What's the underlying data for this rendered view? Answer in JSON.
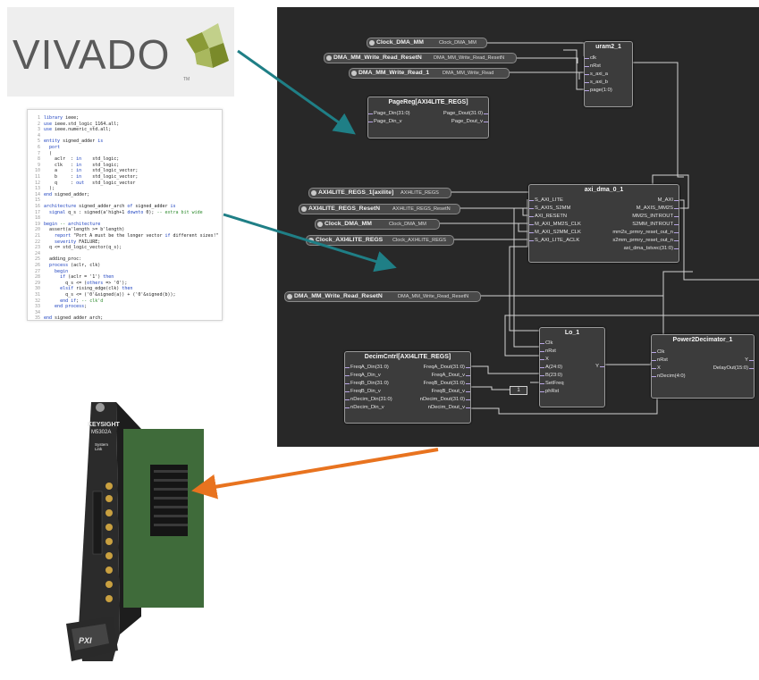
{
  "logo": {
    "text": "VIVADO",
    "tm": "TM",
    "colors": {
      "text": "#5a5a5a",
      "leaf_dark": "#8a9a36",
      "leaf_light": "#c2d08a"
    }
  },
  "code": {
    "lines": [
      {
        "n": "1",
        "t": "library ieee;"
      },
      {
        "n": "2",
        "t": "use ieee.std_logic_1164.all;"
      },
      {
        "n": "3",
        "t": "use ieee.numeric_std.all;"
      },
      {
        "n": "4",
        "t": ""
      },
      {
        "n": "5",
        "t": "entity signed_adder is"
      },
      {
        "n": "6",
        "t": "  port"
      },
      {
        "n": "7",
        "t": "  ("
      },
      {
        "n": "8",
        "t": "    aclr  : in    std_logic;"
      },
      {
        "n": "9",
        "t": "    clk   : in    std_logic;"
      },
      {
        "n": "10",
        "t": "    a     : in    std_logic_vector;"
      },
      {
        "n": "11",
        "t": "    b     : in    std_logic_vector;"
      },
      {
        "n": "12",
        "t": "    q     : out   std_logic_vector"
      },
      {
        "n": "13",
        "t": "  );"
      },
      {
        "n": "14",
        "t": "end signed_adder;"
      },
      {
        "n": "15",
        "t": ""
      },
      {
        "n": "16",
        "t": "architecture signed_adder_arch of signed_adder is"
      },
      {
        "n": "17",
        "t": "  signal q_s : signed(a'high+1 downto 0); -- extra bit wide"
      },
      {
        "n": "18",
        "t": ""
      },
      {
        "n": "19",
        "t": "begin -- architecture"
      },
      {
        "n": "20",
        "t": "  assert(a'length >= b'length)"
      },
      {
        "n": "21",
        "t": "    report \"Port A must be the longer vector if different sizes!\""
      },
      {
        "n": "22",
        "t": "    severity FAILURE;"
      },
      {
        "n": "23",
        "t": "  q <= std_logic_vector(q_s);"
      },
      {
        "n": "24",
        "t": ""
      },
      {
        "n": "25",
        "t": "  adding_proc:"
      },
      {
        "n": "26",
        "t": "  process (aclr, clk)"
      },
      {
        "n": "27",
        "t": "    begin"
      },
      {
        "n": "28",
        "t": "      if (aclr = '1') then"
      },
      {
        "n": "29",
        "t": "        q_s <= (others => '0');"
      },
      {
        "n": "30",
        "t": "      elsif rising_edge(clk) then"
      },
      {
        "n": "31",
        "t": "        q_s <= ('0'&signed(a)) + ('0'&signed(b));"
      },
      {
        "n": "32",
        "t": "      end if; -- clk'd"
      },
      {
        "n": "33",
        "t": "    end process;"
      },
      {
        "n": "34",
        "t": ""
      },
      {
        "n": "35",
        "t": "end signed_adder_arch;"
      }
    ]
  },
  "ports": [
    {
      "name": "Clock_DMA_MM",
      "signal": "Clock_DMA_MM"
    },
    {
      "name": "DMA_MM_Write_Read_ResetN",
      "signal": "DMA_MM_Write_Read_ResetN"
    },
    {
      "name": "DMA_MM_Write_Read_1",
      "signal": "DMA_MM_Write_Read"
    },
    {
      "name": "AXI4LITE_REGS_1[axilite]",
      "signal": "AXI4LITE_REGS"
    },
    {
      "name": "AXI4LITE_REGS_ResetN",
      "signal": "AXI4LITE_REGS_ResetN"
    },
    {
      "name": "Clock_DMA_MM",
      "signal": "Clock_DMA_MM"
    },
    {
      "name": "Clock_AXI4LITE_REGS",
      "signal": "Clock_AXI4LITE_REGS"
    },
    {
      "name": "DMA_MM_Write_Read_ResetN",
      "signal": "DMA_MM_Write_Read_ResetN"
    }
  ],
  "blocks": {
    "uram": {
      "title": "uram2_1",
      "pins_left": [
        "clk",
        "nRst",
        "s_axi_a",
        "s_axi_b",
        "page(1:0)"
      ]
    },
    "pagereg": {
      "title": "PageReg[AXI4LITE_REGS]",
      "pins_left": [
        "Page_Din(31:0)",
        "Page_Din_v"
      ],
      "pins_right": [
        "Page_Dout(31:0)",
        "Page_Dout_v"
      ]
    },
    "axi_dma": {
      "title": "axi_dma_0_1",
      "pins_left": [
        "S_AXI_LITE",
        "S_AXIS_S2MM",
        "AXI_RESETN",
        "M_AXI_MM2S_CLK",
        "M_AXI_S2MM_CLK",
        "S_AXI_LITE_ACLK"
      ],
      "pins_right": [
        "M_AXI",
        "M_AXIS_MM2S",
        "MM2S_INTROUT",
        "S2MM_INTROUT",
        "mm2s_prmry_reset_out_n",
        "s2mm_prmry_reset_out_n",
        "axi_dma_tstvec(31:0)"
      ]
    },
    "lo": {
      "title": "Lo_1",
      "pins_left": [
        "Clk",
        "nRst",
        "X",
        "A(24:0)",
        "B(23:0)",
        "SetFreq",
        "phRst"
      ],
      "pins_right": [
        "Y"
      ]
    },
    "p2d": {
      "title": "Power2Decimator_1",
      "pins_left": [
        "Clk",
        "nRst",
        "X",
        "nDecim(4:0)"
      ],
      "pins_right": [
        "Y",
        "DelayOut(15:0)"
      ]
    },
    "decim": {
      "title": "DecimCntrl[AXI4LITE_REGS]",
      "pins_left": [
        "FreqA_Din(31:0)",
        "FreqA_Din_v",
        "FreqB_Din(31:0)",
        "FreqB_Din_v",
        "nDecim_Din(31:0)",
        "nDecim_Din_v"
      ],
      "pins_right": [
        "FreqA_Dout(31:0)",
        "FreqA_Dout_v",
        "FreqB_Dout(31:0)",
        "FreqB_Dout_v",
        "nDecim_Dout(31:0)",
        "nDecim_Dout_v"
      ]
    }
  },
  "constant": "1",
  "card": {
    "brand": "KEYSIGHT",
    "model": "M5302A",
    "label_sys": "System Link",
    "label_pxi": "PXI"
  },
  "colors": {
    "canvas": "#282828",
    "arrow_teal": "#1f7f86",
    "arrow_orange": "#e8731f",
    "pin_accent": "#b9a6e6"
  }
}
